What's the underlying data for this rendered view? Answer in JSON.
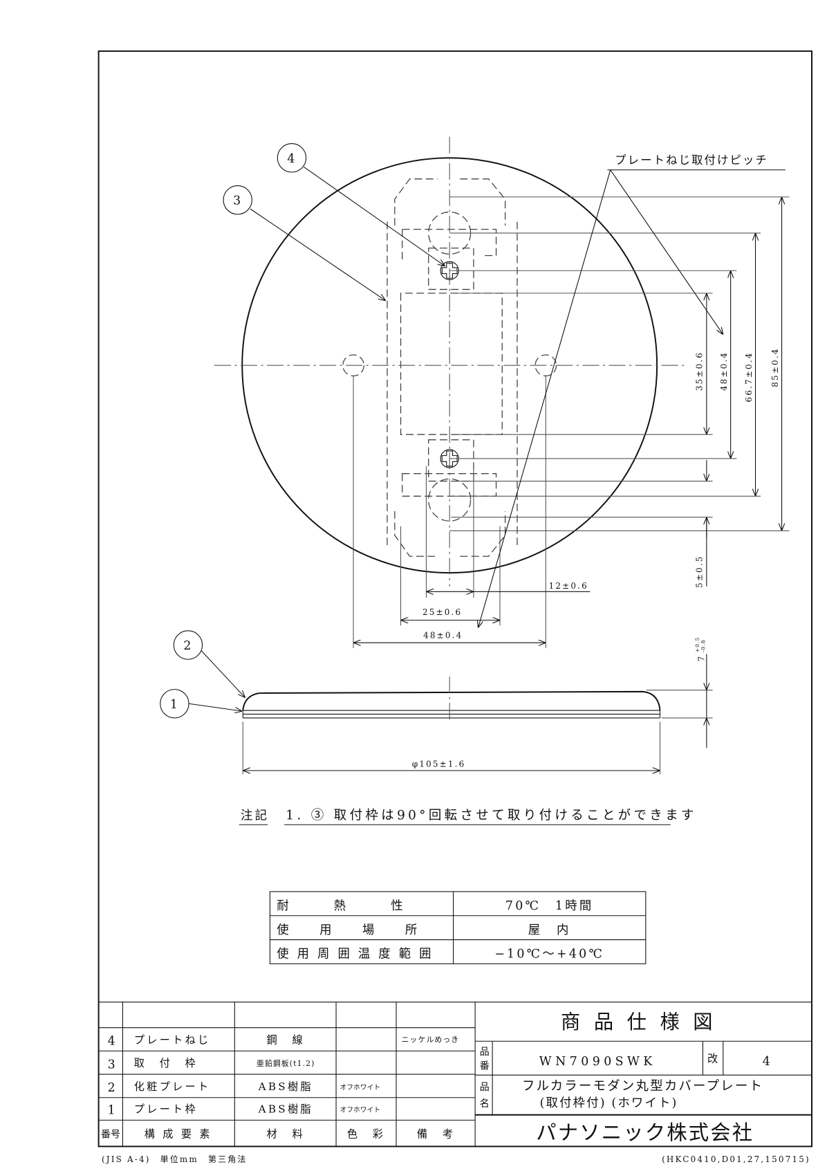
{
  "callouts": [
    "1",
    "2",
    "3",
    "4"
  ],
  "pitch_label": "プレートねじ取付けピッチ",
  "dimensions": {
    "d35": "35±0.6",
    "d48v": "48±0.4",
    "d667": "66.7±0.4",
    "d85": "85±0.4",
    "d5": "5±0.5",
    "d12": "12±0.6",
    "d25": "25±0.6",
    "d48h": "48±0.4",
    "d7": "7",
    "d7tol_up": "+0.5",
    "d7tol_dn": "-0.8",
    "dia": "φ105±1.6"
  },
  "note": {
    "label": "注記",
    "text": "1. ③ 取付枠は90°回転させて取り付けることができます"
  },
  "spec": [
    {
      "k": "耐　　　熱　　　性",
      "v": "70℃　1時間"
    },
    {
      "k": "使　　用　　場　　所",
      "v": "屋　内"
    },
    {
      "k": "使 用 周 囲 温 度 範 囲",
      "v": "−10℃〜+40℃"
    }
  ],
  "parts": [
    {
      "no": "4",
      "name": "プレートねじ",
      "material": "鋼　線",
      "color": "",
      "remark": "ニッケルめっき"
    },
    {
      "no": "3",
      "name": "取　付　枠",
      "material": "亜鉛鋼板(t1.2)",
      "color": "",
      "remark": ""
    },
    {
      "no": "2",
      "name": "化粧プレート",
      "material": "ABS樹脂",
      "color": "オフホワイト",
      "remark": ""
    },
    {
      "no": "1",
      "name": "プレート枠",
      "material": "ABS樹脂",
      "color": "オフホワイト",
      "remark": ""
    }
  ],
  "parts_header": {
    "no": "番号",
    "name": "構 成 要 素",
    "material": "材　料",
    "color": "色　彩",
    "remark": "備　考"
  },
  "title_block": {
    "title": "商品仕様図",
    "part_no_label": [
      "品",
      "番"
    ],
    "part_no": "WN7090SWK",
    "rev_label": "改",
    "rev": "4",
    "name_label": [
      "品",
      "名"
    ],
    "name_line1": "フルカラーモダン丸型カバープレート",
    "name_line2": "(取付枠付) (ホワイト)",
    "company": "パナソニック株式会社"
  },
  "footer": {
    "left": "(JIS A-4)　単位mm　第三角法",
    "right": "(HKC0410,D01,27,150715)"
  }
}
